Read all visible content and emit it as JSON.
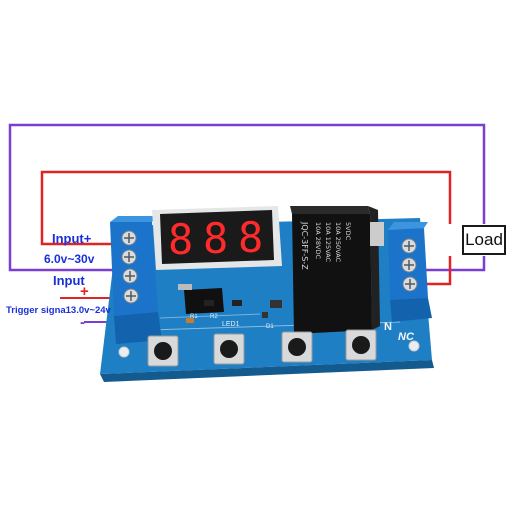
{
  "labels": {
    "input_plus": "Input+",
    "voltage_range": "6.0v~30v",
    "input": "Input",
    "plus_sign": "+",
    "minus_sign": "-",
    "trigger": "Trigger signa13.0v~24v",
    "load": "Load"
  },
  "board": {
    "display_digits": [
      "8",
      "8",
      "8"
    ],
    "relay_text": [
      "5VDC",
      "10A 250VAC",
      "10A 125VAC",
      "10A 28VDC",
      "JQC-3FF-S-Z"
    ],
    "silkscreen": {
      "led1": "LED1",
      "r2": "R2",
      "r1": "R1",
      "d1": "D1",
      "nc": "NC",
      "no_partial": "N"
    }
  },
  "colors": {
    "wire_purple": "#7a3fd0",
    "wire_red": "#e02424",
    "label_blue": "#1a2fd8",
    "label_red": "#e02424",
    "pcb_blue": "#1f7fc4",
    "terminal_blue": "#1b74c9",
    "display_red": "#ff2a2a"
  }
}
